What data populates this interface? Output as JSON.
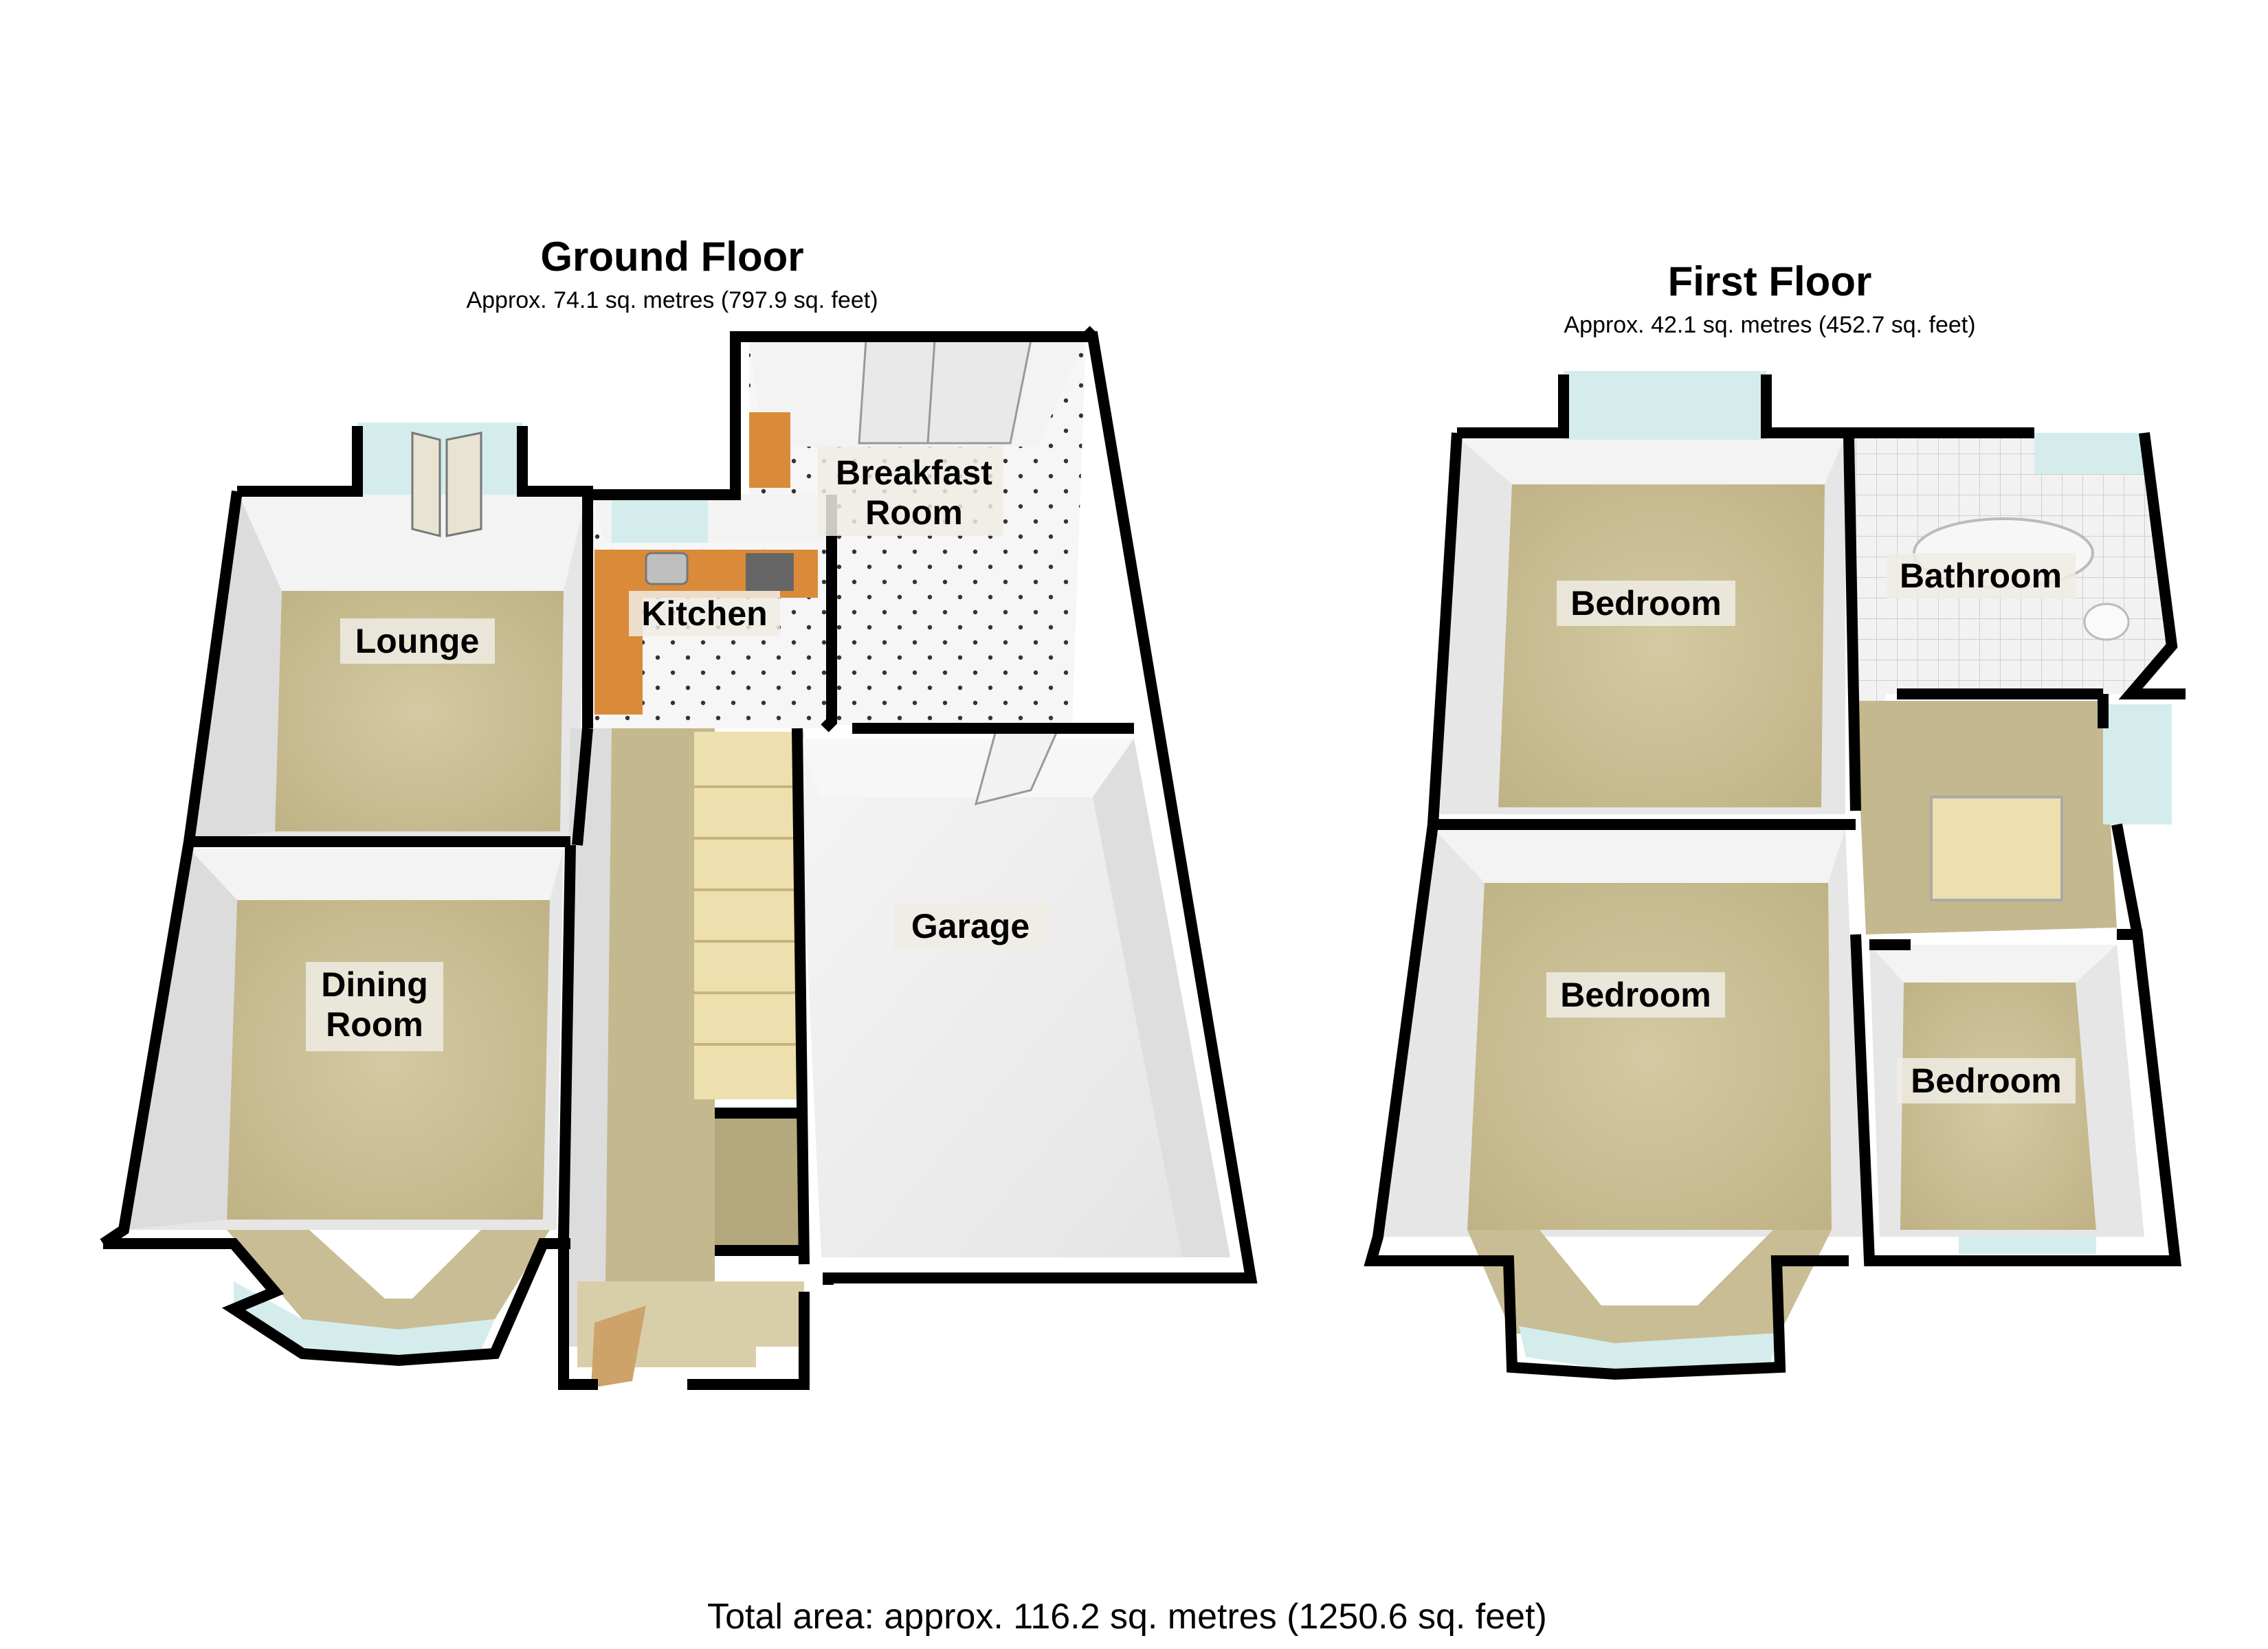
{
  "ground_floor": {
    "title": "Ground Floor",
    "area": "Approx. 74.1 sq. metres (797.9 sq. feet)",
    "rooms": {
      "lounge": "Lounge",
      "dining_line1": "Dining",
      "dining_line2": "Room",
      "kitchen": "Kitchen",
      "breakfast_line1": "Breakfast",
      "breakfast_line2": "Room",
      "garage": "Garage"
    }
  },
  "first_floor": {
    "title": "First Floor",
    "area": "Approx. 42.1 sq. metres (452.7 sq. feet)",
    "rooms": {
      "bedroom_1": "Bedroom",
      "bathroom": "Bathroom",
      "bedroom_2": "Bedroom",
      "bedroom_3": "Bedroom"
    }
  },
  "total_area": "Total area: approx. 116.2 sq. metres (1250.6 sq. feet)",
  "colors": {
    "wall": "#000000",
    "carpet": "#c9bd95",
    "inner_wall": "#e8e8e8",
    "vinyl": "#f4f4f4",
    "garage_floor": "#eeeeee",
    "worktop": "#d98b3a",
    "glass": "#d4ecec",
    "bath_tile": "#f0f0f0"
  }
}
